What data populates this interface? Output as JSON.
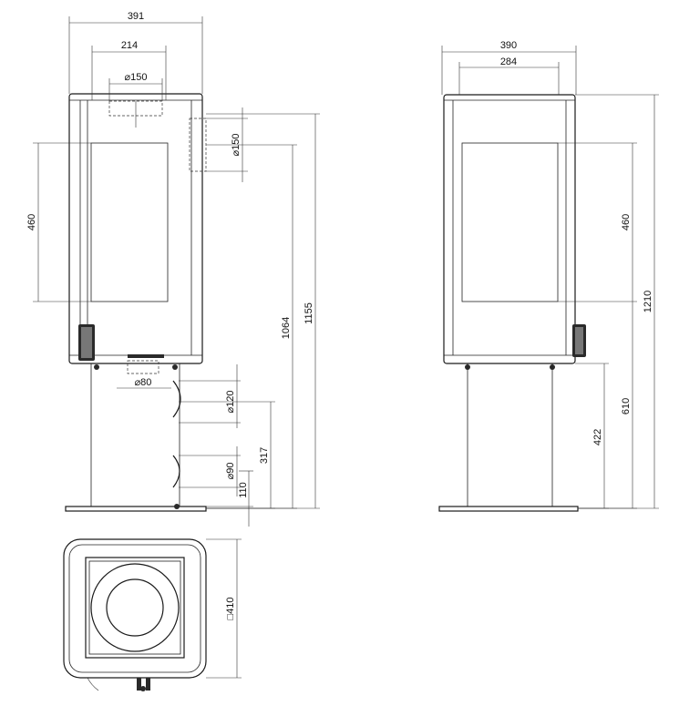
{
  "dimensions": {
    "front": {
      "overall_width": "391",
      "top_outlet_width": "214",
      "top_outlet_dia": "⌀150",
      "rear_outlet_dia": "⌀150",
      "glass_height": "460",
      "air_inlet_dia": "⌀80",
      "pipe_upper_dia": "⌀120",
      "pipe_lower_dia": "⌀90",
      "pipe_lower_height": "110",
      "pipe_upper_height": "317",
      "rear_outlet_height": "1064",
      "top_outlet_height": "1155"
    },
    "side": {
      "overall_width": "390",
      "inner_width": "284",
      "glass_height": "460",
      "total_height": "1210",
      "firebox_base_height": "610",
      "column_height": "422"
    },
    "plan": {
      "base_square": "□410"
    }
  },
  "colors": {
    "line": "#1a1a1a",
    "background": "#ffffff"
  }
}
